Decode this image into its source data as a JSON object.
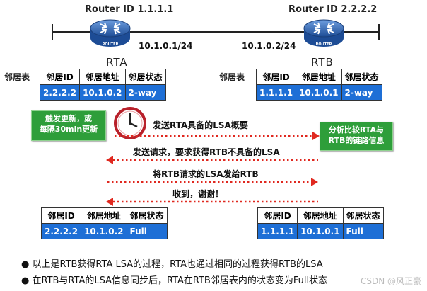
{
  "routers": {
    "rta": {
      "id_text": "Router ID 1.1.1.1",
      "name": "RTA",
      "subnet": "10.1.0.1/24",
      "icon_text": "ROUTER"
    },
    "rtb": {
      "id_text": "Router ID 2.2.2.2",
      "name": "RTB",
      "subnet": "10.1.0.2/24",
      "icon_text": "ROUTER"
    }
  },
  "neighbor_label": "邻居表",
  "headers": [
    "邻居ID",
    "邻居地址",
    "邻居状态"
  ],
  "tables": {
    "top_left": {
      "id": "2.2.2.2",
      "addr": "10.1.0.2",
      "state": "2-way"
    },
    "top_right": {
      "id": "1.1.1.1",
      "addr": "10.1.0.1",
      "state": "2-way"
    },
    "bottom_left": {
      "id": "2.2.2.2",
      "addr": "10.1.0.2",
      "state": "Full"
    },
    "bottom_right": {
      "id": "1.1.1.1",
      "addr": "10.1.0.1",
      "state": "Full"
    }
  },
  "trigger_box": {
    "line1": "触发更新，或",
    "line2": "每隔30min更新"
  },
  "analyze_box": {
    "line1": "分析比较RTA与",
    "line2": "RTB的链路信息"
  },
  "messages": [
    {
      "text": "发送RTA具备的LSA概要",
      "direction": "right"
    },
    {
      "text": "发送请求，要求获得RTB不具备的LSA",
      "direction": "left"
    },
    {
      "text": "将RTB请求的LSA发给RTB",
      "direction": "right"
    },
    {
      "text": "收到，谢谢！",
      "direction": "left"
    }
  ],
  "bullets": [
    "以上是RTB获得RTA LSA的过程，RTA也通过相同的过程获得RTB的LSA",
    "在RTB与RTA的LSA信息同步后，RTA在RTB邻居表内的状态变为Full状态"
  ],
  "watermark": "CSDN @风正豪",
  "colors": {
    "table_fill": "#1e6fd6",
    "box_green": "#2e9e3a",
    "arrow_red": "#e0281f",
    "router_blue": "#2b5fa8"
  }
}
